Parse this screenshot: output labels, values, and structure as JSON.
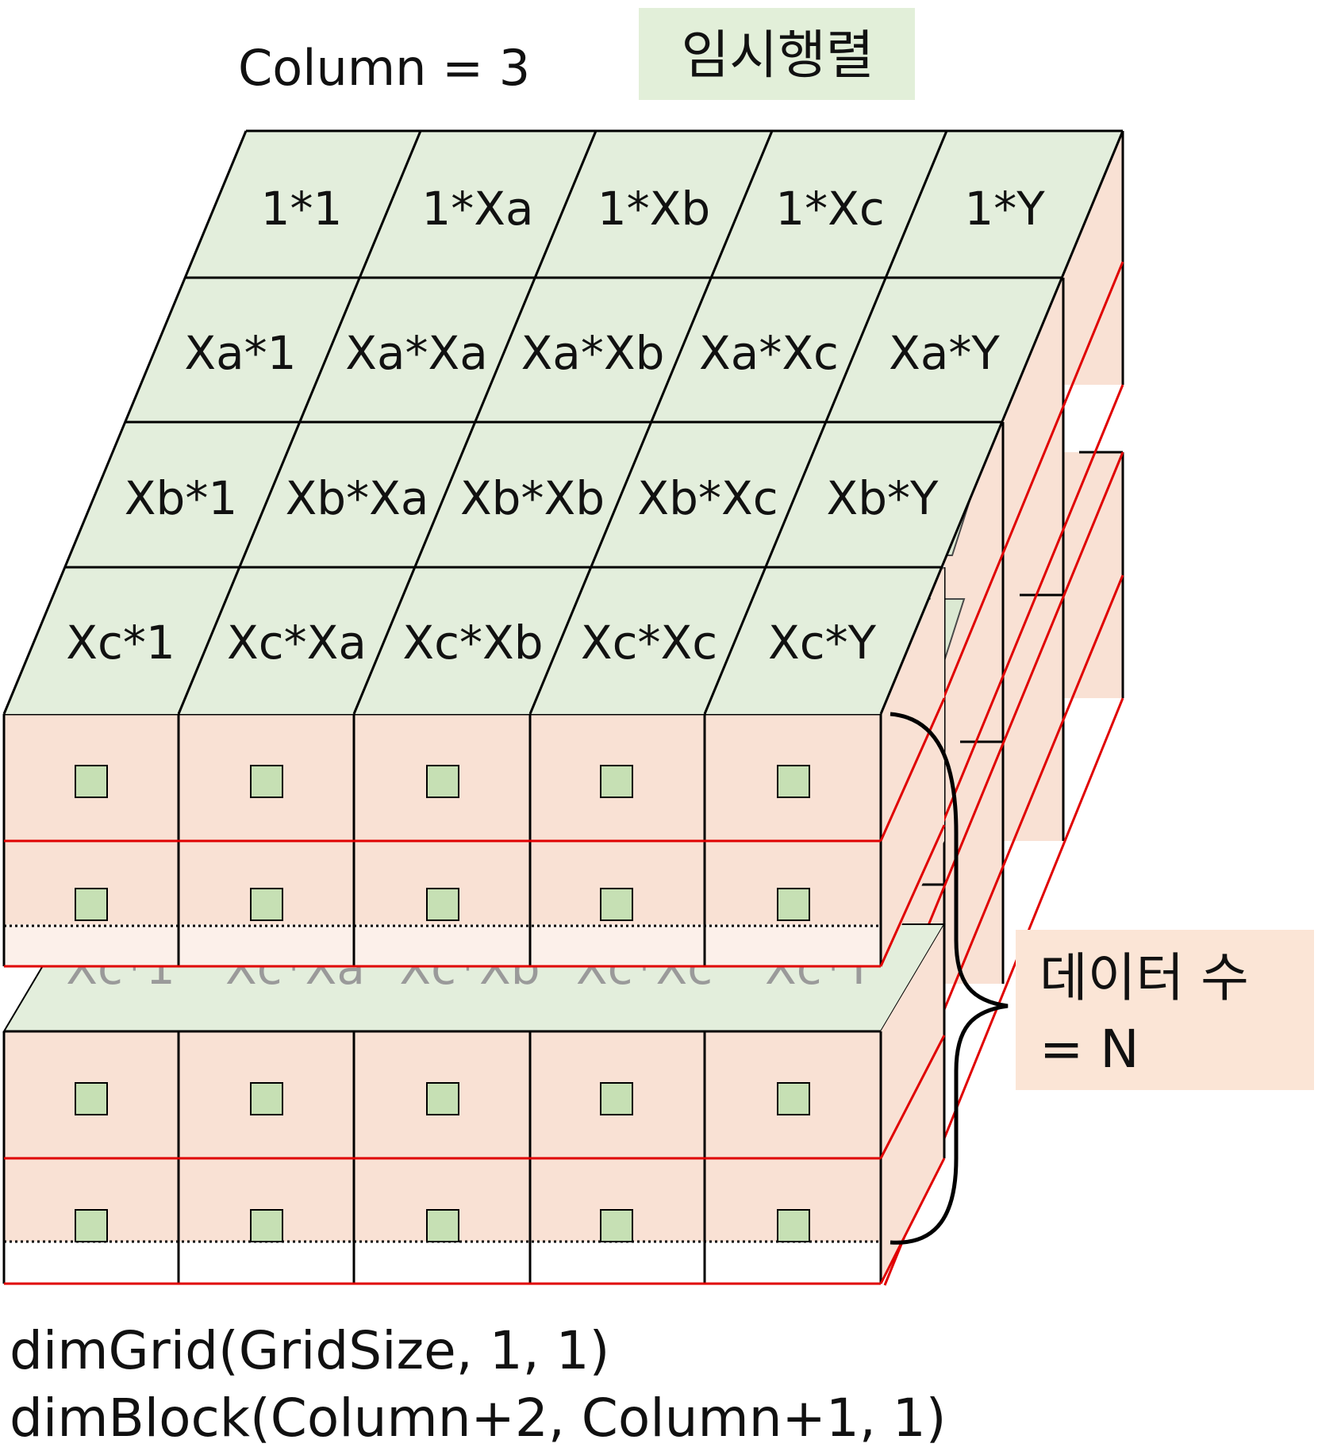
{
  "column_label": "Column = 3",
  "temp_matrix_label": "임시행렬",
  "top_grid": [
    [
      "1*1",
      "1*Xa",
      "1*Xb",
      "1*Xc",
      "1*Y"
    ],
    [
      "Xa*1",
      "Xa*Xa",
      "Xa*Xb",
      "Xa*Xc",
      "Xa*Y"
    ],
    [
      "Xb*1",
      "Xb*Xa",
      "Xb*Xb",
      "Xb*Xc",
      "Xb*Y"
    ],
    [
      "Xc*1",
      "Xc*Xa",
      "Xc*Xb",
      "Xc*Xc",
      "Xc*Y"
    ]
  ],
  "lower_layer_labels": [
    "Xc*1",
    "Xc*Xa",
    "Xc*Xb",
    "Xc*Xc",
    "Xc*Y"
  ],
  "data_count_label_line1": "데이터 수",
  "data_count_label_line2": "= N",
  "dim_grid": "dimGrid(GridSize, 1, 1)",
  "dim_block": "dimBlock(Column+2, Column+1, 1)",
  "colors": {
    "green_fill": "#e3eedc",
    "green_square": "#c6e0b4",
    "peach_fill": "#f9e1d4",
    "red_line": "#e00000",
    "label_bg_green": "#e2efd9",
    "label_bg_peach": "#fbe5d6"
  }
}
